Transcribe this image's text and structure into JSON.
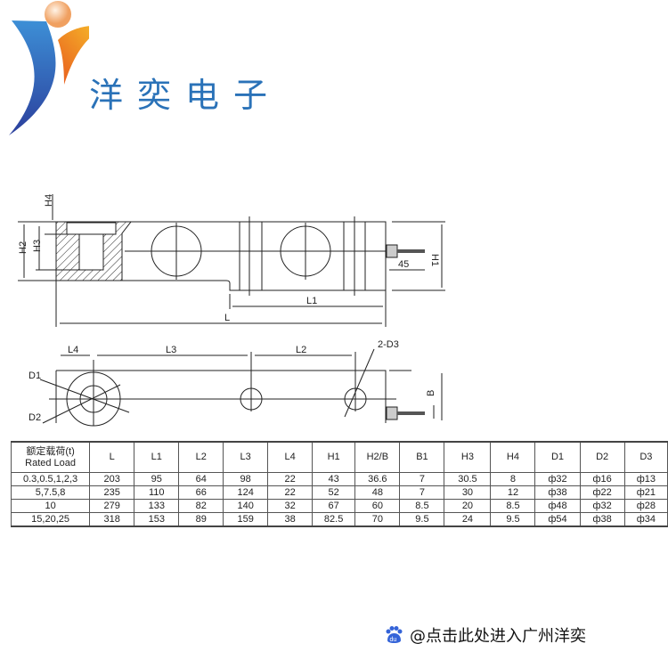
{
  "brand": {
    "name": "洋奕电子"
  },
  "drawing": {
    "labels": {
      "H4": "H4",
      "H2": "H2",
      "H3": "H3",
      "H1": "H1",
      "d45": "45",
      "L1": "L1",
      "L": "L",
      "L4": "L4",
      "L3": "L3",
      "L2": "L2",
      "D3": "2-D3",
      "D1": "D1",
      "D2": "D2",
      "B": "B"
    }
  },
  "table": {
    "header_cn": "额定载荷(t)",
    "header_en": "Rated Load",
    "columns": [
      "L",
      "L1",
      "L2",
      "L3",
      "L4",
      "H1",
      "H2/B",
      "B1",
      "H3",
      "H4",
      "D1",
      "D2",
      "D3"
    ],
    "rows": [
      [
        "0.3,0.5,1,2,3",
        "203",
        "95",
        "64",
        "98",
        "22",
        "43",
        "36.6",
        "7",
        "30.5",
        "8",
        "ф32",
        "ф16",
        "ф13"
      ],
      [
        "5,7.5,8",
        "235",
        "110",
        "66",
        "124",
        "22",
        "52",
        "48",
        "7",
        "30",
        "12",
        "ф38",
        "ф22",
        "ф21"
      ],
      [
        "10",
        "279",
        "133",
        "82",
        "140",
        "32",
        "67",
        "60",
        "8.5",
        "20",
        "8.5",
        "ф48",
        "ф32",
        "ф28"
      ],
      [
        "15,20,25",
        "318",
        "153",
        "89",
        "159",
        "38",
        "82.5",
        "70",
        "9.5",
        "24",
        "9.5",
        "ф54",
        "ф38",
        "ф34"
      ]
    ]
  },
  "footer": {
    "link": "@点击此处进入广州洋奕"
  }
}
